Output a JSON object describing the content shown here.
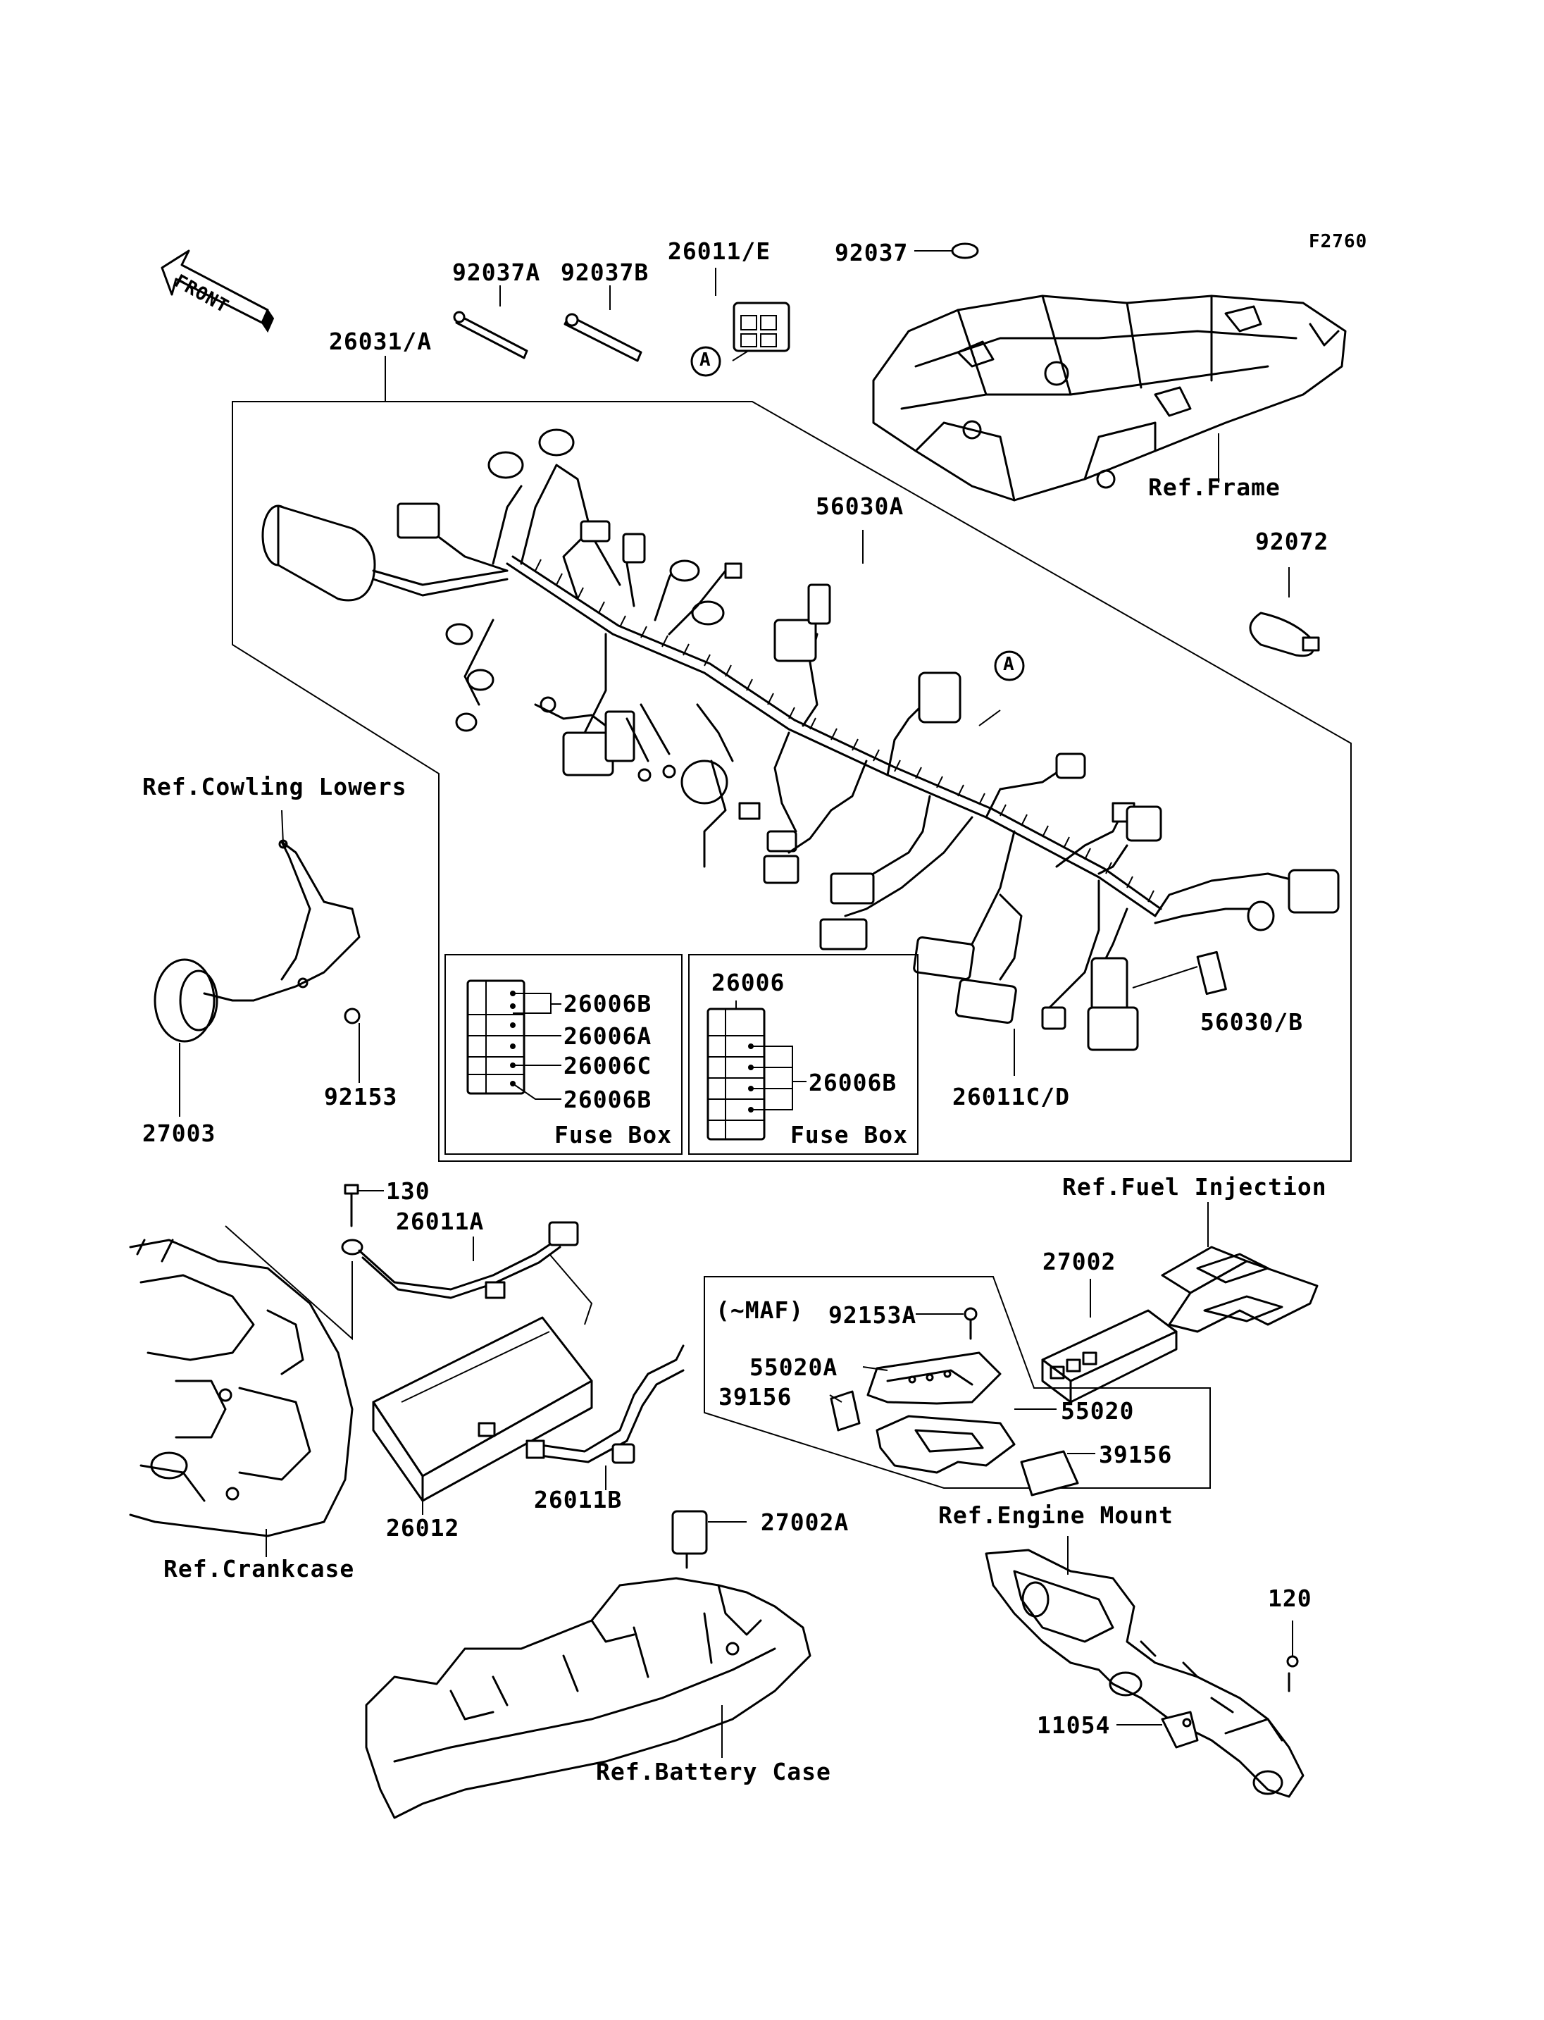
{
  "figure_code": "F2760",
  "front_arrow": {
    "text": "FRONT"
  },
  "callout_circle": "A",
  "fuse_box_left": {
    "title": "Fuse Box",
    "parts": [
      "26006B",
      "26006A",
      "26006C",
      "26006B"
    ]
  },
  "fuse_box_right": {
    "title": "Fuse Box",
    "header": "26006",
    "parts": [
      "26006B"
    ]
  },
  "maf_box": {
    "title": "(~MAF)"
  },
  "labels": {
    "p92037A": "92037A",
    "p92037B": "92037B",
    "p26011E": "26011/E",
    "p92037": "92037",
    "p26031A": "26031/A",
    "ref_frame": "Ref.Frame",
    "p56030A": "56030A",
    "p92072": "92072",
    "ref_cowling": "Ref.Cowling Lowers",
    "p27003": "27003",
    "p92153": "92153",
    "p56030B": "56030/B",
    "p26011CD": "26011C/D",
    "p130": "130",
    "p26011A": "26011A",
    "ref_fuel_injection": "Ref.Fuel Injection",
    "p27002": "27002",
    "p92153A": "92153A",
    "p55020A": "55020A",
    "p39156_a": "39156",
    "p55020": "55020",
    "p39156_b": "39156",
    "p26012": "26012",
    "p26011B": "26011B",
    "p27002A": "27002A",
    "ref_crankcase": "Ref.Crankcase",
    "ref_engine_mount": "Ref.Engine Mount",
    "p120": "120",
    "ref_battery_case": "Ref.Battery Case",
    "p11054": "11054"
  }
}
